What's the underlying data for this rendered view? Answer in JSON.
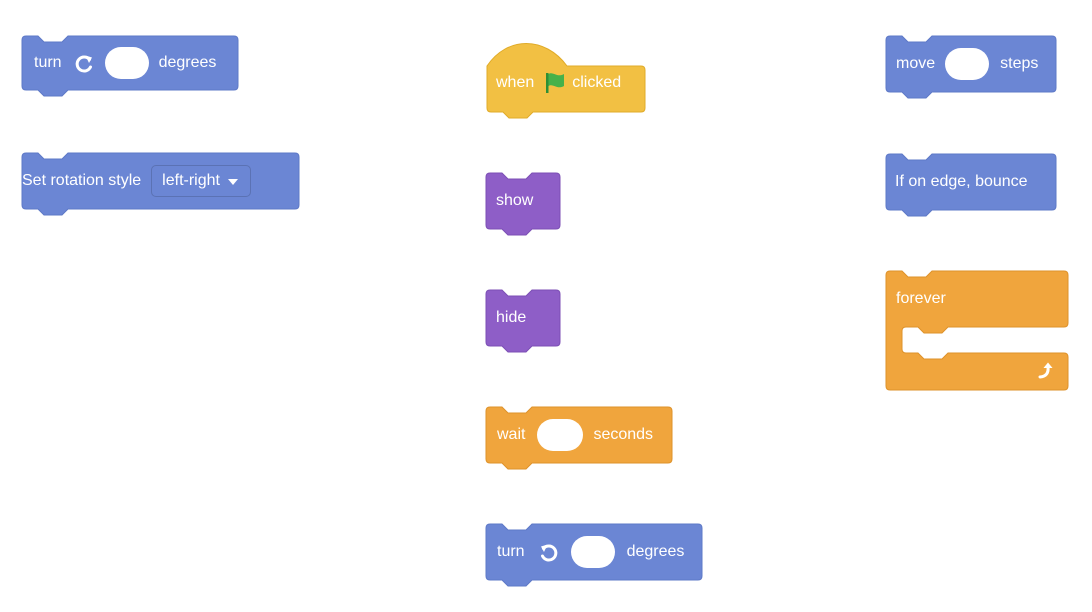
{
  "colors": {
    "motion": "#6b86d4",
    "motion_stroke": "#5e79c7",
    "events": "#f2c043",
    "events_stroke": "#e0ab28",
    "looks": "#8e5ec7",
    "looks_stroke": "#7c4fb5",
    "control": "#f0a53d",
    "control_stroke": "#de922a",
    "flag": "#46b14a",
    "flag_pole": "#2f8f35"
  },
  "blocks": {
    "turn_right": {
      "label_pre": "turn",
      "icon": "rotate-right-icon",
      "label_post": "degrees"
    },
    "rotation_style": {
      "label": "Set rotation style",
      "dropdown_value": "left-right"
    },
    "when_flag": {
      "label_pre": "when",
      "icon": "green-flag-icon",
      "label_post": "clicked"
    },
    "show": {
      "label": "show"
    },
    "hide": {
      "label": "hide"
    },
    "wait": {
      "label_pre": "wait",
      "label_post": "seconds"
    },
    "turn_left": {
      "label_pre": "turn",
      "icon": "rotate-left-icon",
      "label_post": "degrees"
    },
    "move": {
      "label_pre": "move",
      "label_post": "steps"
    },
    "bounce": {
      "label": "If on edge, bounce"
    },
    "forever": {
      "label": "forever",
      "icon": "loop-arrow-icon"
    }
  }
}
